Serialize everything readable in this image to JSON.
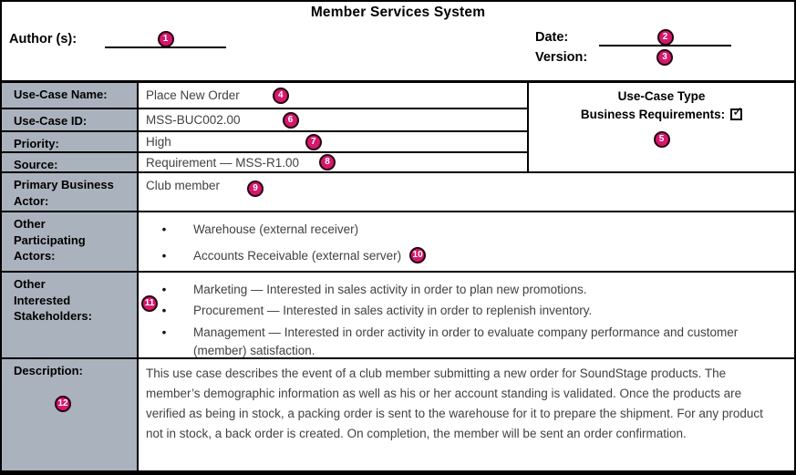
{
  "header": {
    "title": "Member Services System",
    "author_label": "Author (s):",
    "date_label": "Date:",
    "version_label": "Version:"
  },
  "badges": {
    "author": "1",
    "date": "2",
    "version": "3",
    "name": "4",
    "type": "5",
    "id": "6",
    "priority": "7",
    "source": "8",
    "primary_actor": "9",
    "participating": "10",
    "stakeholders": "11",
    "description": "12"
  },
  "colors": {
    "badge": "#d4186c",
    "label_column": "#aab3bd"
  },
  "fields": {
    "name": {
      "label": "Use-Case Name:",
      "value": "Place New Order"
    },
    "id": {
      "label": "Use-Case ID:",
      "value": "MSS-BUC002.00"
    },
    "priority": {
      "label": "Priority:",
      "value": "High"
    },
    "source": {
      "label": "Source:",
      "value": "Requirement — MSS-R1.00"
    },
    "type": {
      "title": "Use-Case Type",
      "requirements_label": "Business Requirements:",
      "checkbox_state": "checked",
      "checkmark": "✓"
    },
    "primary_actor": {
      "label": "Primary Business Actor:",
      "value": "Club member"
    },
    "participating": {
      "label": "Other Participating Actors:",
      "items": [
        "Warehouse (external receiver)",
        "Accounts Receivable (external server)"
      ]
    },
    "stakeholders": {
      "label": "Other Interested Stakeholders:",
      "items": [
        "Marketing — Interested in sales activity in order to plan new promotions.",
        "Procurement — Interested in sales activity in order to replenish inventory.",
        "Management — Interested in order activity in order to evaluate company performance and customer (member) satisfaction."
      ]
    },
    "description": {
      "label": "Description:",
      "value": "This use case describes the event of a club member submitting a new order for SoundStage products. The member’s demographic information as well as his or her account standing is validated. Once the products are verified as being in stock, a packing order is sent to the warehouse for it to prepare the shipment. For any product not in stock, a back order is created. On completion, the member will be sent an order confirmation."
    }
  }
}
